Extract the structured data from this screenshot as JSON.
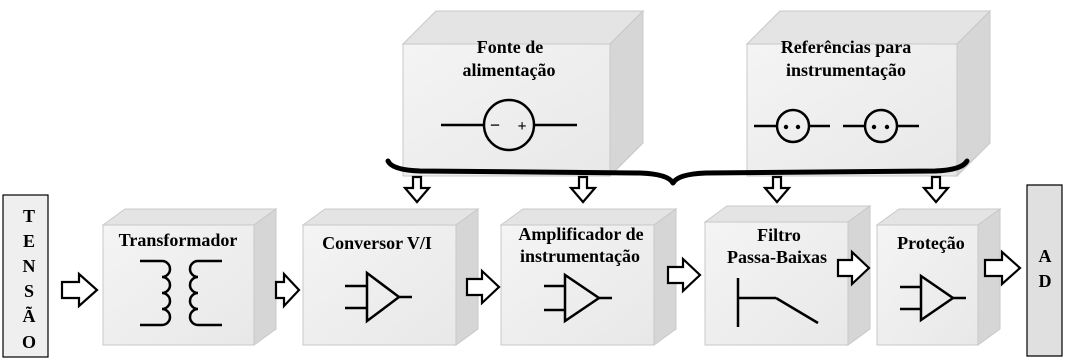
{
  "blocks": {
    "tensao": {
      "letters": [
        "T",
        "E",
        "N",
        "S",
        "Ã",
        "O"
      ]
    },
    "transformador": {
      "label": "Transformador"
    },
    "conversor": {
      "label": "Conversor V/I"
    },
    "amplificador": {
      "line1": "Amplificador de",
      "line2": "instrumentação"
    },
    "filtro": {
      "line1": "Filtro",
      "line2": "Passa-Baixas"
    },
    "protecao": {
      "label": "Proteção"
    },
    "ad": {
      "letters": [
        "A",
        "D"
      ]
    },
    "fonte": {
      "line1": "Fonte de",
      "line2": "alimentação",
      "minus": "−",
      "plus": "+"
    },
    "referencias": {
      "line1": "Referências para",
      "line2": "instrumentação"
    }
  },
  "colors": {
    "box_face": "#efefef",
    "box_top": "#e4e4e4",
    "box_side": "#d6d6d6",
    "stroke": "#000000",
    "edge": "#c8c8c8"
  }
}
